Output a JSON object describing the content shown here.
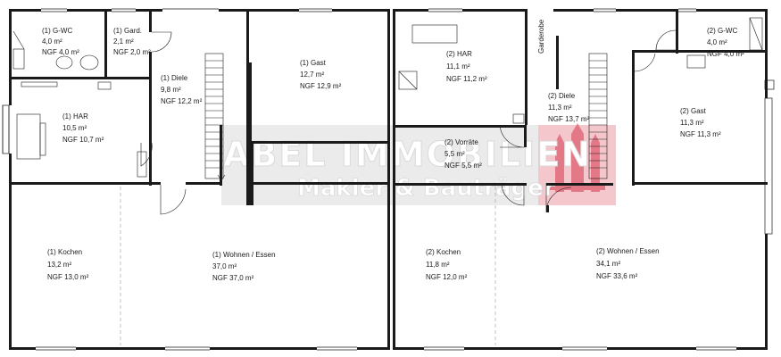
{
  "watermark": {
    "line1": "ABEL IMMOBILIEN",
    "line2": "Makler & Bauträger",
    "color": "#c8102e"
  },
  "wall_color": "#1a1a1a",
  "rooms": [
    {
      "id": "1-gwc",
      "name": "(1) G-WC",
      "area": "4,0 m²",
      "ngf": "NGF 4,0 m²"
    },
    {
      "id": "1-gard",
      "name": "(1) Gard.",
      "area": "2,1 m²",
      "ngf": "NGF 2,0 m²"
    },
    {
      "id": "1-diele",
      "name": "(1) Diele",
      "area": "9,8 m²",
      "ngf": "NGF 12,2 m²"
    },
    {
      "id": "1-gast",
      "name": "(1) Gast",
      "area": "12,7 m²",
      "ngf": "NGF 12,9 m²"
    },
    {
      "id": "1-har",
      "name": "(1) HAR",
      "area": "10,5 m²",
      "ngf": "NGF 10,7 m²"
    },
    {
      "id": "1-kochen",
      "name": "(1) Kochen",
      "area": "13,2 m²",
      "ngf": "NGF 13,0 m²"
    },
    {
      "id": "1-wohnen",
      "name": "(1) Wohnen / Essen",
      "area": "37,0 m²",
      "ngf": "NGF 37,0 m²"
    },
    {
      "id": "2-har",
      "name": "(2) HAR",
      "area": "11,1 m²",
      "ngf": "NGF 11,2 m²"
    },
    {
      "id": "2-vorrate",
      "name": "(2) Vorräte",
      "area": "5,5 m²",
      "ngf": "NGF 5,5 m²"
    },
    {
      "id": "2-diele",
      "name": "(2) Diele",
      "area": "11,3 m²",
      "ngf": "NGF 13,7 m²"
    },
    {
      "id": "2-gwc",
      "name": "(2) G-WC",
      "area": "4,0 m²",
      "ngf": "NGF 4,0 m²"
    },
    {
      "id": "2-gast",
      "name": "(2) Gast",
      "area": "11,3 m²",
      "ngf": "NGF 11,3 m²"
    },
    {
      "id": "2-kochen",
      "name": "(2) Kochen",
      "area": "11,8 m²",
      "ngf": "NGF 12,0 m²"
    },
    {
      "id": "2-wohnen",
      "name": "(2) Wohnen / Essen",
      "area": "34,1 m²",
      "ngf": "NGF 33,6 m²"
    }
  ],
  "labels": {
    "garderobe": "Garderobe"
  }
}
